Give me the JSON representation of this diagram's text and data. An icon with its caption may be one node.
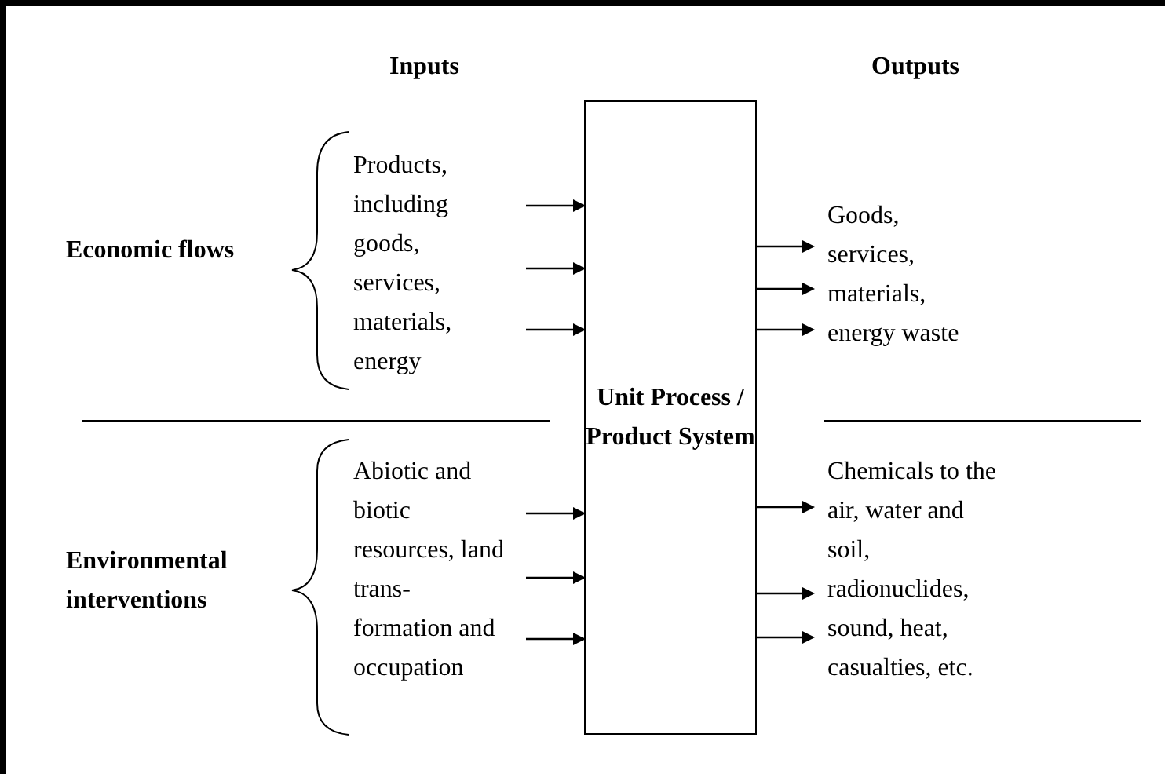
{
  "diagram": {
    "nodes": [
      {
        "text": [
          "Unit Process / Product System"
        ]
      },
      {
        "text": [
          "Products, including goods, services, materials, energy"
        ]
      },
      {
        "text": [
          "Abiotic and biotic resources, land trans- formation and occupation"
        ]
      },
      {
        "text": [
          "Goods, services, materials, energy waste"
        ]
      },
      {
        "text": [
          "Chemicals to the air, water and soil, radionuclides, sound, heat, casualties, etc."
        ]
      }
    ],
    "edges": [
      {
        "from": 1,
        "to": 0,
        "arrow": "to"
      },
      {
        "from": 1,
        "to": 0,
        "arrow": "to"
      },
      {
        "from": 1,
        "to": 0,
        "arrow": "to"
      },
      {
        "from": 2,
        "to": 0,
        "arrow": "to"
      },
      {
        "from": 2,
        "to": 0,
        "arrow": "to"
      },
      {
        "from": 2,
        "to": 0,
        "arrow": "to"
      },
      {
        "from": 0,
        "to": 3,
        "arrow": "to"
      },
      {
        "from": 0,
        "to": 3,
        "arrow": "to"
      },
      {
        "from": 0,
        "to": 3,
        "arrow": "to"
      },
      {
        "from": 0,
        "to": 4,
        "arrow": "to"
      },
      {
        "from": 0,
        "to": 4,
        "arrow": "to"
      },
      {
        "from": 0,
        "to": 4,
        "arrow": "to"
      }
    ],
    "labels": [
      "Inputs",
      "Outputs",
      "Economic flows",
      "Environmental interventions"
    ]
  }
}
